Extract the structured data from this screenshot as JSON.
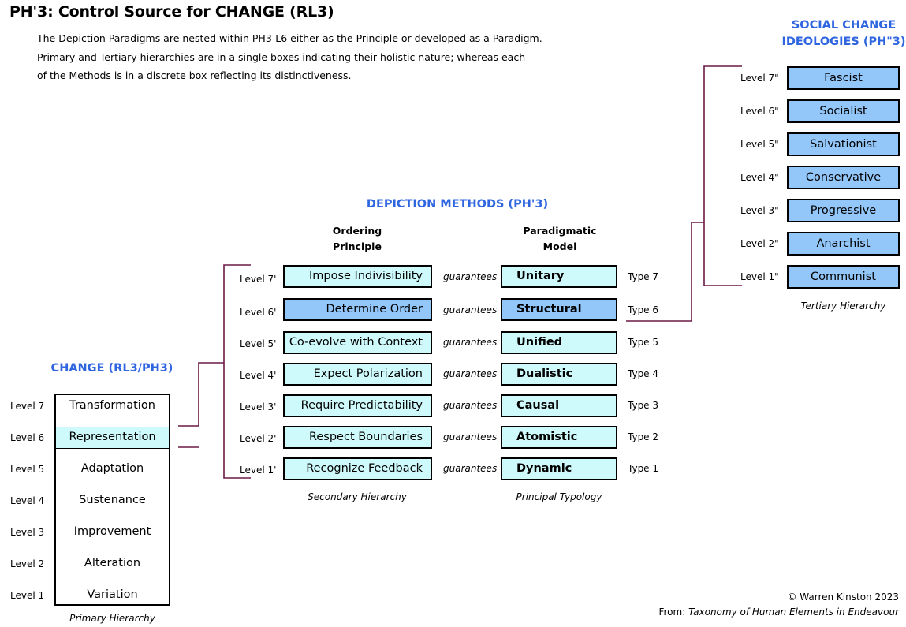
{
  "title": "PH'3:  Control Source for CHANGE (RL3)",
  "intro": [
    "The Depiction Paradigms are nested within PH3-L6 either as the Principle or developed as a Paradigm.",
    "Primary and Tertiary hierarchies are in a single boxes indicating their holistic nature; whereas each",
    "of the Methods is in a discrete box reflecting its distinctiveness."
  ],
  "methods": {
    "heading": "DEPICTION METHODS (PH'3)",
    "ordering_header": [
      "Ordering",
      "Principle"
    ],
    "model_header": [
      "Paradigmatic",
      "Model"
    ],
    "guarantees_word": "guarantees",
    "secondary_caption": "Secondary Hierarchy",
    "typology_caption": "Principal Typology",
    "rows": [
      {
        "level": "Level 7'",
        "principle": "Impose Indivisibility",
        "model": "Unitary",
        "type": "Type 7",
        "highlight": false
      },
      {
        "level": "Level 6'",
        "principle": "Determine Order",
        "model": "Structural",
        "type": "Type 6",
        "highlight": true
      },
      {
        "level": "Level 5'",
        "principle": "Co-evolve with Context",
        "model": "Unified",
        "type": "Type 5",
        "highlight": false
      },
      {
        "level": "Level 4'",
        "principle": "Expect Polarization",
        "model": "Dualistic",
        "type": "Type 4",
        "highlight": false
      },
      {
        "level": "Level 3'",
        "principle": "Require Predictability",
        "model": "Causal",
        "type": "Type 3",
        "highlight": false
      },
      {
        "level": "Level 2'",
        "principle": "Respect Boundaries",
        "model": "Atomistic",
        "type": "Type 2",
        "highlight": false
      },
      {
        "level": "Level 1'",
        "principle": "Recognize Feedback",
        "model": "Dynamic",
        "type": "Type 1",
        "highlight": false
      }
    ]
  },
  "primary": {
    "heading": "CHANGE  (RL3/PH3)",
    "caption": "Primary Hierarchy",
    "rows": [
      {
        "level": "Level  7",
        "label": "Transformation"
      },
      {
        "level": "Level  6",
        "label": "Representation"
      },
      {
        "level": "Level  5",
        "label": "Adaptation"
      },
      {
        "level": "Level  4",
        "label": "Sustenance"
      },
      {
        "level": "Level  3",
        "label": "Improvement"
      },
      {
        "level": "Level  2",
        "label": "Alteration"
      },
      {
        "level": "Level  1",
        "label": "Variation"
      }
    ]
  },
  "tertiary": {
    "heading": [
      "SOCIAL CHANGE",
      "IDEOLOGIES  (PH\"3)"
    ],
    "caption": "Tertiary Hierarchy",
    "rows": [
      {
        "level": "Level  7\"",
        "label": "Fascist"
      },
      {
        "level": "Level  6\"",
        "label": "Socialist"
      },
      {
        "level": "Level  5\"",
        "label": "Salvationist"
      },
      {
        "level": "Level  4\"",
        "label": "Conservative"
      },
      {
        "level": "Level  3\"",
        "label": "Progressive"
      },
      {
        "level": "Level  2\"",
        "label": "Anarchist"
      },
      {
        "level": "Level  1\"",
        "label": "Communist"
      }
    ]
  },
  "footer": {
    "copyright": "© Warren Kinston 2023",
    "from_prefix": "From: ",
    "from_title": "Taxonomy of Human Elements in Endeavour"
  },
  "colors": {
    "accent_blue": "#2f66e0",
    "light_cyan": "#cffafc",
    "mid_blue": "#93c6f9",
    "connector": "#6b1a46"
  }
}
